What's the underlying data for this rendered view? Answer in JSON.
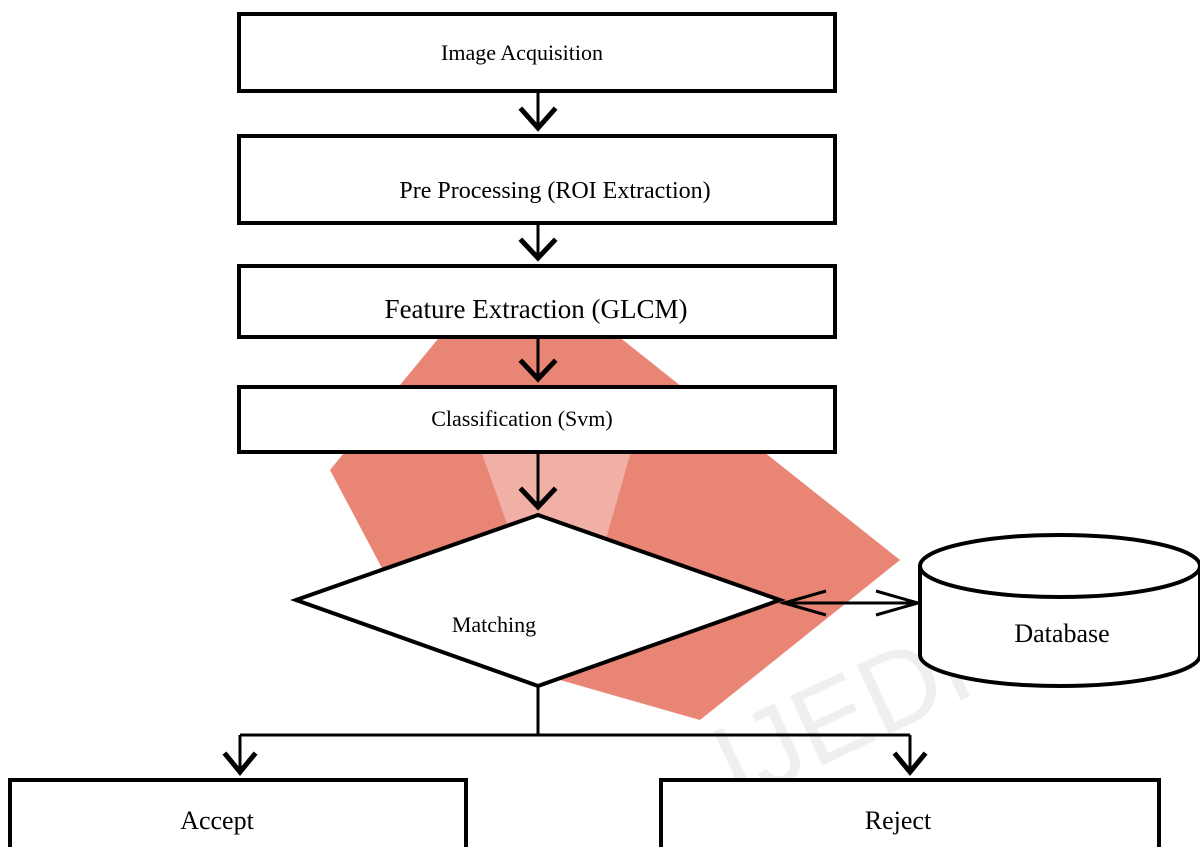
{
  "nodes": {
    "image_acquisition": "Image Acquisition",
    "pre_processing": "Pre Processing (ROI Extraction)",
    "feature_extraction": "Feature Extraction (GLCM)",
    "classification": "Classification (Svm)",
    "matching": "Matching",
    "database": "Database",
    "accept": "Accept",
    "reject": "Reject"
  },
  "watermark": {
    "text": "IJEDR",
    "color": "#e0392b"
  }
}
